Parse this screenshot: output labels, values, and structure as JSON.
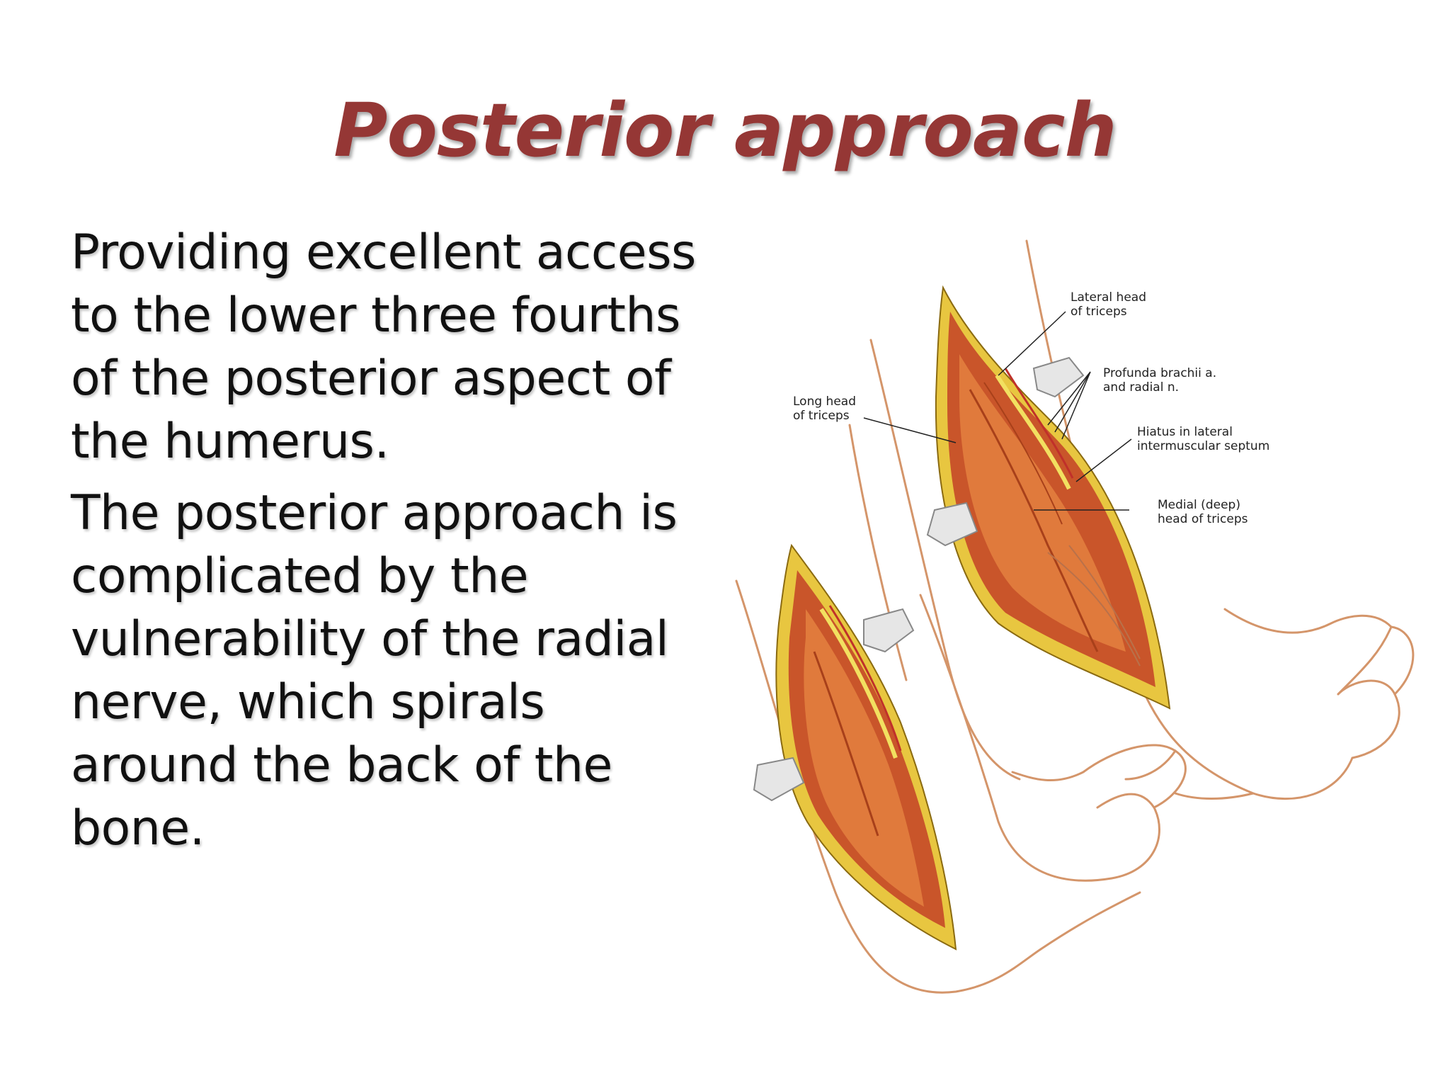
{
  "slide": {
    "title": "Posterior approach",
    "paragraphs": [
      {
        "lines": [
          "Providing excellent access",
          "to the lower three fourths",
          "of the posterior aspect of",
          "the humerus."
        ]
      },
      {
        "lines": [
          "The posterior approach is",
          "complicated by the",
          "vulnerability of the radial",
          "nerve, which spirals",
          "around the back of the",
          "bone."
        ]
      }
    ]
  },
  "figure": {
    "labels": {
      "lateral_head": [
        "Lateral head",
        "of triceps"
      ],
      "profunda": [
        "Profunda brachii a.",
        "and radial n."
      ],
      "long_head": [
        "Long head",
        "of triceps"
      ],
      "hiatus": [
        "Hiatus in lateral",
        "intermuscular septum"
      ],
      "medial_head": [
        "Medial (deep)",
        "head of triceps"
      ]
    }
  },
  "colors": {
    "title": "#953735",
    "text": "#111111",
    "muscle": "#d9692e",
    "muscle_dark": "#a8401a",
    "fat": "#e8c640",
    "skin_line": "#d4956a",
    "retractor": "#e6e6e6"
  }
}
